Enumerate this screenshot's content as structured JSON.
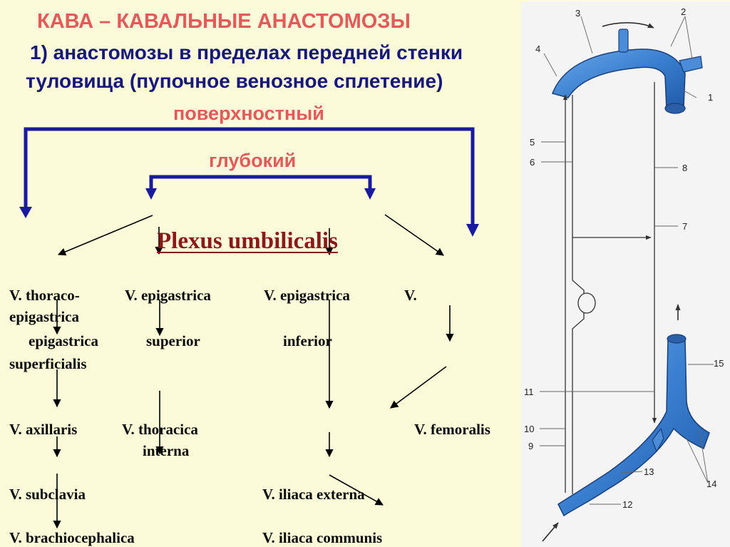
{
  "title": "КАВА – КАВАЛЬНЫЕ АНАСТОМОЗЫ",
  "subtitle_line1": "1) анастомозы в пределах передней стенки",
  "subtitle_line2": "туловища  (пупочное венозное сплетение)",
  "label_superficial": "поверхностный",
  "label_deep": "глубокий",
  "plexus": "Plexus umbilicalis",
  "veins": {
    "thoracoepigastrica_1": "V. thoraco-",
    "thoracoepigastrica_2": "epigastrica",
    "epigastrica_superficialis_1": "epigastrica",
    "epigastrica_superficialis_2": "superficialis",
    "epigastrica_superior_1": "V. epigastrica",
    "epigastrica_superior_2": "superior",
    "epigastrica_inferior_1": "V. epigastrica",
    "epigastrica_inferior_2": "inferior",
    "v_right": "V.",
    "axillaris": "V. axillaris",
    "thoracica_interna_1": "V. thoracica",
    "thoracica_interna_2": "interna",
    "femoralis": "V. femoralis",
    "subclavia": "V. subclavia",
    "iliaca_externa": "V. iliaca externa",
    "brachiocephalica": "V. brachiocephalica",
    "iliaca_communis": "V. iliaca communis"
  },
  "figure_numbers": [
    "1",
    "2",
    "3",
    "4",
    "5",
    "6",
    "7",
    "8",
    "9",
    "10",
    "11",
    "12",
    "13",
    "14",
    "15"
  ],
  "colors": {
    "background": "#fbfbd9",
    "title": "#e25a5a",
    "subtitle": "#17187a",
    "bracket": "#1a1aa0",
    "plexus": "#8a1a1a",
    "vessel": "#3a7fd0"
  }
}
